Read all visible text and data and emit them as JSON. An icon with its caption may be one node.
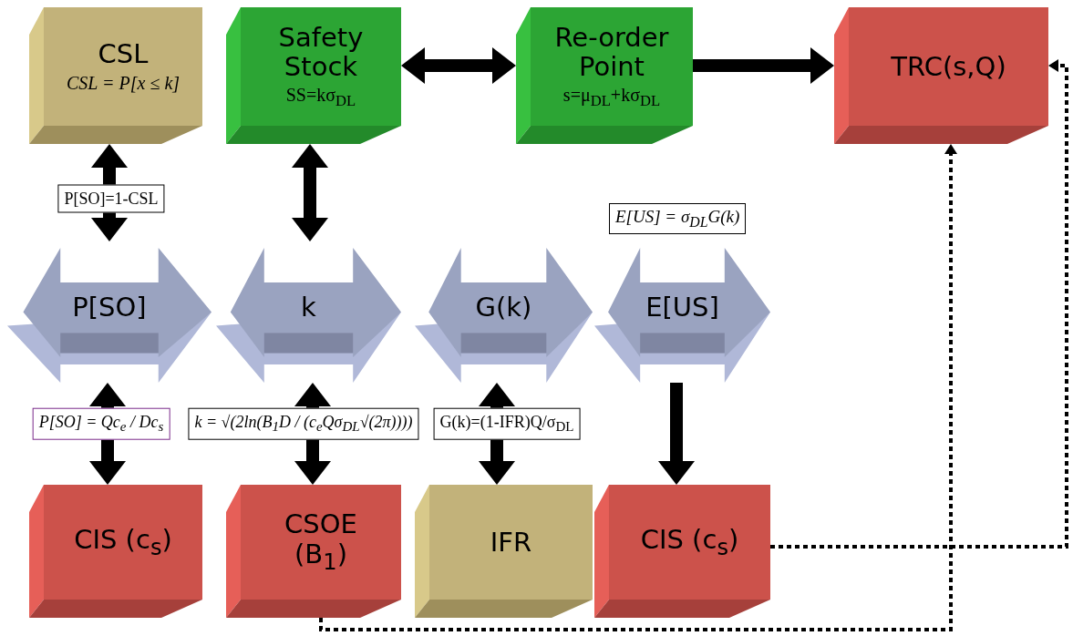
{
  "diagram": {
    "nodes": [
      {
        "text": [
          "CSL",
          "CSL = P[x ≤ k]"
        ]
      },
      {
        "text": [
          "Safety Stock",
          "SS=kσ$_{DL}$"
        ]
      },
      {
        "text": [
          "Re-order Point",
          "s=μ$_{DL}$+kσ$_{DL}$"
        ]
      },
      {
        "text": [
          "TRC(s,Q)"
        ]
      },
      {
        "text": [
          "P[SO]"
        ]
      },
      {
        "text": [
          "k"
        ]
      },
      {
        "text": [
          "G(k)"
        ]
      },
      {
        "text": [
          "E[US]"
        ],
        "beside": [
          "E[US] = σ$_{DL}$G(k)"
        ]
      },
      {
        "text": [
          "CIS (c$_{s}$)"
        ]
      },
      {
        "text": [
          "CSOE (B$_{1}$)"
        ]
      },
      {
        "text": [
          "IFR"
        ]
      },
      {
        "text": [
          "CIS (c$_{s}$)"
        ]
      }
    ],
    "edges": [
      {
        "from": 0,
        "to": 4,
        "arrow": "both",
        "label": "P[SO]=1-CSL"
      },
      {
        "from": 1,
        "to": 5,
        "arrow": "both"
      },
      {
        "from": 1,
        "to": 2,
        "arrow": "both"
      },
      {
        "from": 2,
        "to": 3,
        "arrow": "to"
      },
      {
        "from": 4,
        "to": 8,
        "arrow": "both",
        "label": "P[SO] = Qc$_{e}$ / Dc$_{s}$"
      },
      {
        "from": 5,
        "to": 9,
        "arrow": "both",
        "label": "k = √(2ln(B$_{1}$D / (c$_{e}$Qσ$_{DL}$√(2π))))"
      },
      {
        "from": 6,
        "to": 10,
        "arrow": "both",
        "label": "G(k)=(1-IFR)Q/σ$_{DL}$"
      },
      {
        "from": 7,
        "to": 11,
        "arrow": "to"
      },
      {
        "from": 11,
        "to": 3,
        "arrow": "to",
        "style": "dashed"
      },
      {
        "from": 9,
        "to": 3,
        "arrow": "to",
        "style": "dashed"
      }
    ]
  }
}
